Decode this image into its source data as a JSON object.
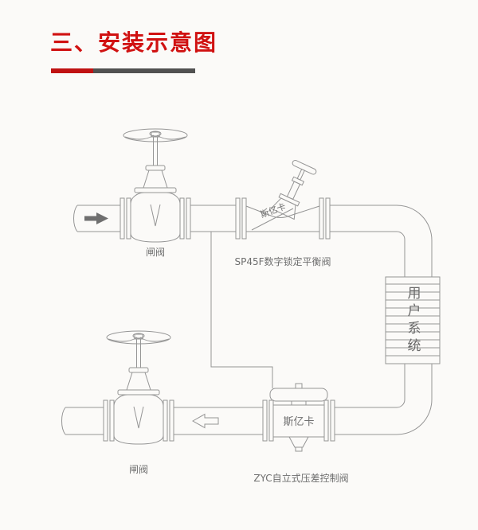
{
  "page": {
    "title": "三、安装示意图",
    "colors": {
      "background": "#fbfaf8",
      "title_red": "#d01111",
      "underline_red": "#c01212",
      "underline_gray": "#515151",
      "line_gray": "#959595",
      "label_gray": "#6e6e6e"
    }
  },
  "diagram": {
    "labels": {
      "top_gate_valve": "闸阀",
      "balance_valve": "SP45F数字锁定平衡阀",
      "bottom_gate_valve": "闸阀",
      "zyc_valve": "ZYC自立式压差控制阀",
      "balance_brand": "斯亿卡",
      "zyc_brand": "斯亿卡",
      "user_system": "用户系统"
    }
  }
}
